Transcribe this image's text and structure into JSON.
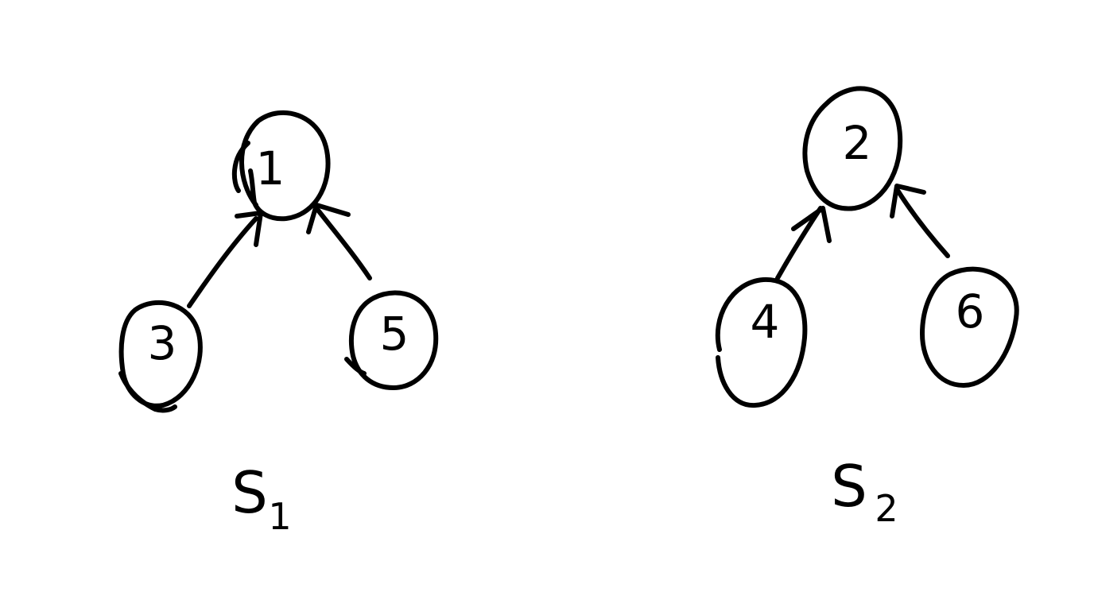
{
  "diagram": {
    "ink_color": "#000000",
    "background": "#ffffff",
    "trees": [
      {
        "name": "S",
        "subscript": "1",
        "root": "1",
        "children": [
          "3",
          "5"
        ]
      },
      {
        "name": "S",
        "subscript": "2",
        "root": "2",
        "children": [
          "4",
          "6"
        ]
      }
    ],
    "edges": [
      {
        "from": "3",
        "to": "1"
      },
      {
        "from": "5",
        "to": "1"
      },
      {
        "from": "4",
        "to": "2"
      },
      {
        "from": "6",
        "to": "2"
      }
    ]
  }
}
